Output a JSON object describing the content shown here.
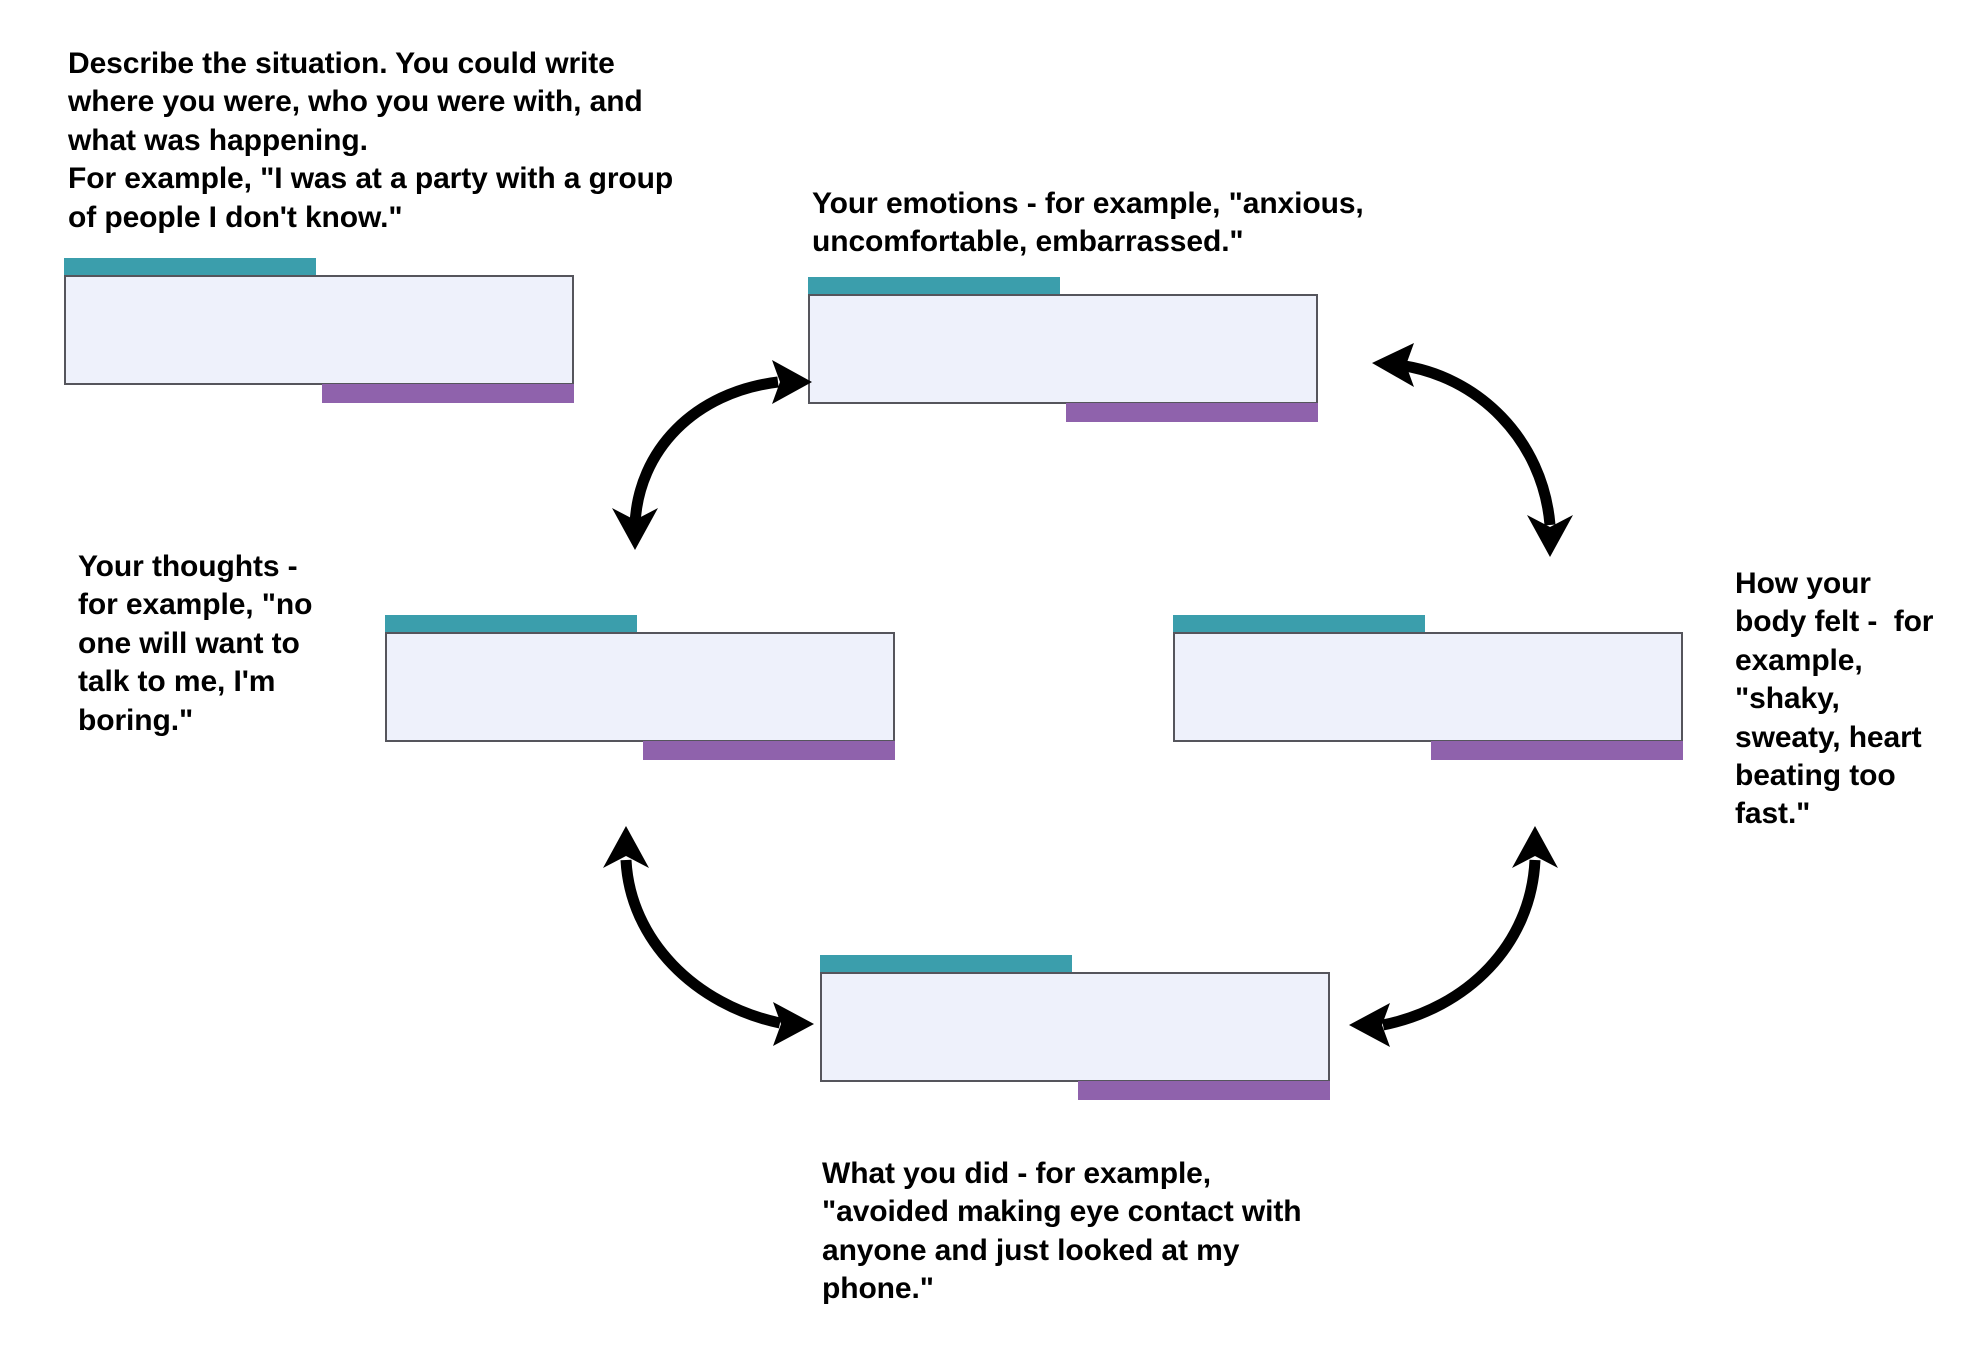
{
  "diagram": {
    "title": "CBT five areas vicious cycle worksheet",
    "background_color": "#ffffff",
    "box_fill": "#eef1fb",
    "box_border": "#55555c",
    "accent_top": "#3b9eac",
    "accent_bottom": "#8f62ac",
    "arrow_color": "#000000"
  },
  "nodes": {
    "situation": {
      "caption": "Describe the situation. You could write\nwhere you were, who you were with, and\nwhat was happening.\nFor example, \"I was at a party with a group\nof people I don't know.\"",
      "field_value": ""
    },
    "emotions": {
      "caption": "Your emotions - for example, \"anxious,\nuncomfortable, embarrassed.\"",
      "field_value": ""
    },
    "thoughts": {
      "caption": "Your thoughts -\nfor example, \"no\none will want to\ntalk to me, I'm\nboring.\"",
      "field_value": ""
    },
    "body": {
      "caption": "How your\nbody felt -  for\nexample,\n\"shaky,\nsweaty, heart\nbeating too\nfast.\"",
      "field_value": ""
    },
    "behaviour": {
      "caption": "What you did - for example,\n\"avoided making eye contact with\nanyone and just looked at my\nphone.\"",
      "field_value": ""
    }
  },
  "arrows": [
    {
      "name": "situation-emotions",
      "style": "double-headed-curve"
    },
    {
      "name": "emotions-body",
      "style": "double-headed-curve"
    },
    {
      "name": "body-behaviour",
      "style": "double-headed-curve"
    },
    {
      "name": "behaviour-thoughts",
      "style": "double-headed-curve"
    }
  ]
}
